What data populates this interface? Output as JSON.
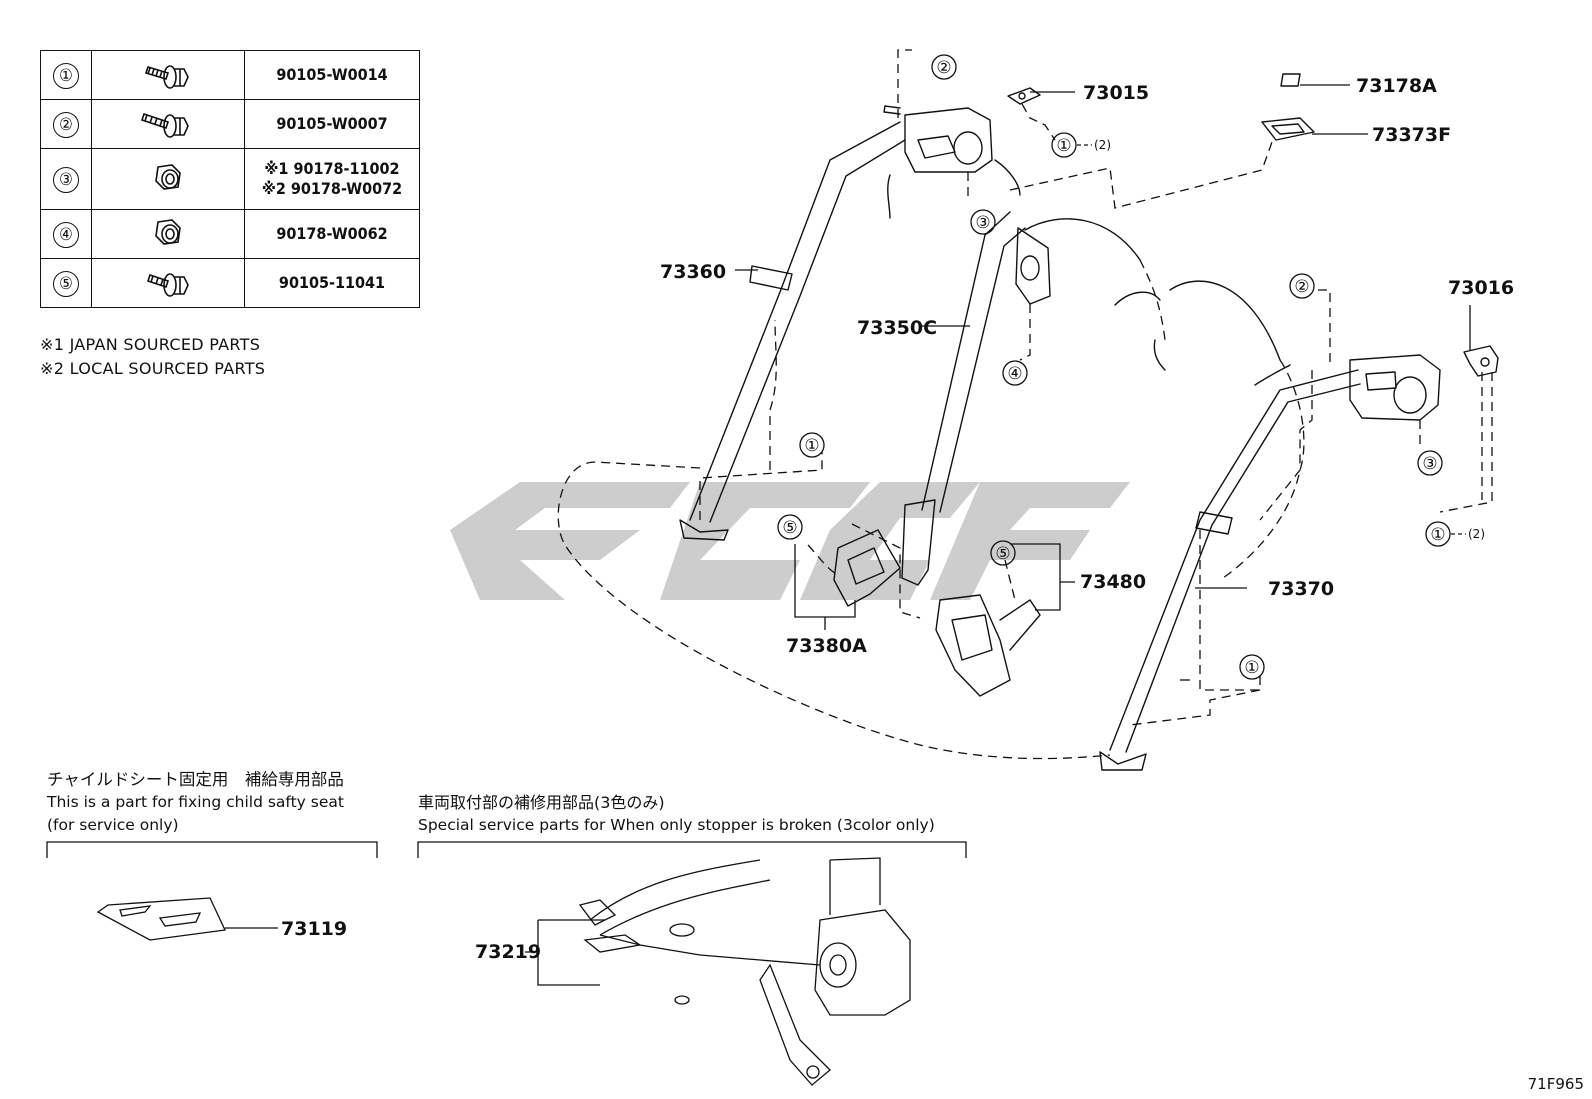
{
  "fasteners": [
    {
      "index": "①",
      "part_number": "90105-W0014",
      "icon": "flange-bolt-icon"
    },
    {
      "index": "②",
      "part_number": "90105-W0007",
      "icon": "flange-bolt-icon"
    },
    {
      "index": "③",
      "part_number_1": "※1 90178-11002",
      "part_number_2": "※2 90178-W0072",
      "icon": "flange-nut-icon"
    },
    {
      "index": "④",
      "part_number": "90178-W0062",
      "icon": "flange-nut-icon"
    },
    {
      "index": "⑤",
      "part_number": "90105-11041",
      "icon": "flange-bolt-icon"
    }
  ],
  "notes": [
    "※1 JAPAN SOURCED PARTS",
    "※2 LOCAL SOURCED PARTS"
  ],
  "parts": {
    "p73015": "73015",
    "p73178A": "73178A",
    "p73373F": "73373F",
    "p73016": "73016",
    "p73360": "73360",
    "p73350C": "73350C",
    "p73480": "73480",
    "p73380A": "73380A",
    "p73370": "73370",
    "p73119": "73119",
    "p73219": "73219"
  },
  "callouts": {
    "c1": "①",
    "c2": "②",
    "c3": "③",
    "c4": "④",
    "c5": "⑤",
    "qty2": "(2)"
  },
  "captions": {
    "child_jp": "チャイルドシート固定用　補給専用部品",
    "child_en1": "This is a part for fixing child safty seat",
    "child_en2": "(for service only)",
    "stopper_jp": "車両取付部の補修用部品(3色のみ)",
    "stopper_en": "Special service parts for When only stopper is broken (3color only)"
  },
  "diagram_code": "71F965",
  "colors": {
    "line": "#111111",
    "watermark": "#c8c8c8"
  }
}
